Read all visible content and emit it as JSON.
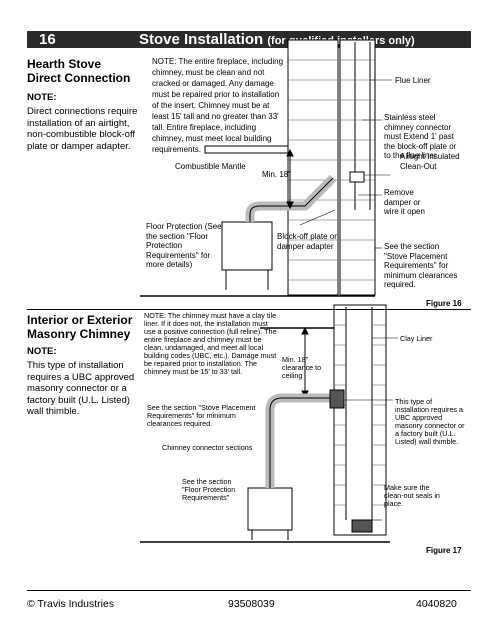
{
  "header": {
    "page_number": "16",
    "title": "Stove Installation",
    "subtitle": "(for qualified installers only)"
  },
  "section1": {
    "heading": "Hearth Stove Direct Connection",
    "note_label": "NOTE:",
    "side_text": "Direct connections require installation of an airtight, non-combustible block-off plate or damper adapter.",
    "note_body": "NOTE: The entire fireplace, including chimney, must be clean and not cracked or damaged. Any damage must be repaired prior to installation of the insert. Chimney must be at least 15' tall and no greater than 33' tall. Entire fireplace, including chimney, must meet local building requirements.",
    "labels": {
      "combustible_mantle": "Combustible Mantle",
      "min18": "Min. 18\"",
      "flue_liner": "Flue Liner",
      "stainless": "Stainless steel chimney connector must Extend 1' past the block-off plate or to the flue liner",
      "airtight": "Airtight Insulated Clean-Out",
      "remove_damper": "Remove damper or wire it open",
      "floor_protection": "Floor Protection (See the section \"Floor Protection Requirements\" for more details)",
      "blockoff": "Block-off plate or damper adapter",
      "see_section": "See the section \"Stove Placement Requirements\" for minimum clearances required."
    },
    "figure": "Figure 16"
  },
  "section2": {
    "heading": "Interior or Exterior Masonry Chimney",
    "note_label": "NOTE:",
    "side_text": "This type of installation requires a UBC approved masonry connector or a factory built (U.L. Listed) wall thimble.",
    "note_body": "NOTE: The chimney must have a clay tile liner. If it does not, the installation must use a positive connection (full reline). The entire fireplace and chimney must be clean, undamaged, and meet all local building codes (UBC, etc.). Damage must be repaired prior to installation. The chimney must be 15' to 33' tall.",
    "labels": {
      "min18": "Min. 18\" clearance to ceiling",
      "clay_liner": "Clay Liner",
      "see_stove": "See the section \"Stove Placement Requirements\" for minimum clearances required.",
      "this_type": "This type of installation requires a UBC approved masonry connector or a factory built (U.L. Listed) wall thimble.",
      "connector_sections": "Chimney connector sections",
      "see_floor": "See the section \"Floor Protection Requirements\"",
      "cleanout": "Make sure the clean-out seals in place."
    },
    "figure": "Figure 17"
  },
  "footer": {
    "company": "© Travis Industries",
    "part": "93508039",
    "date": "4040820"
  }
}
